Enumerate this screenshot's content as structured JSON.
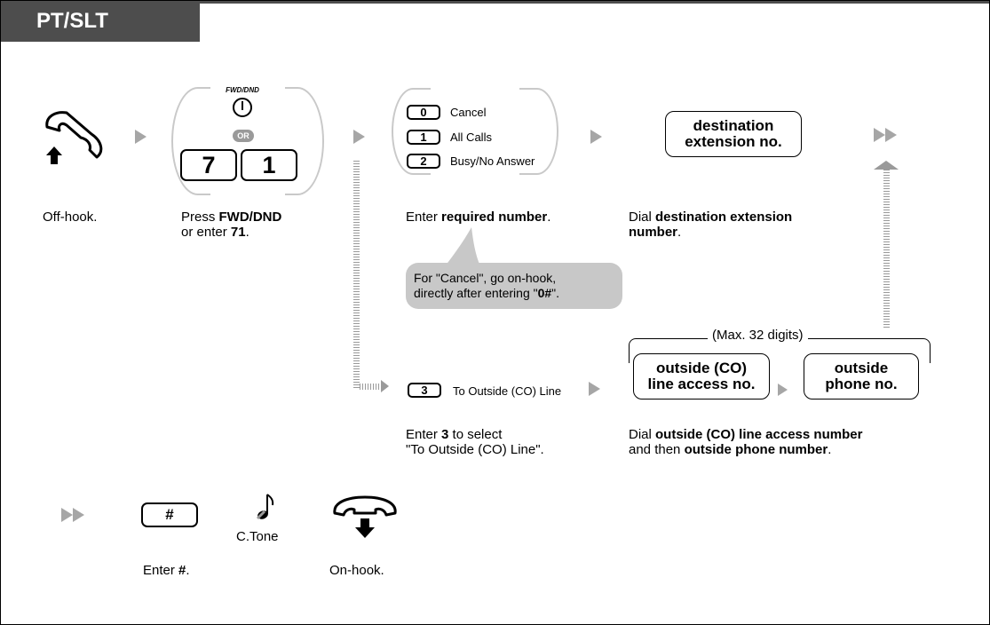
{
  "header": {
    "title": "PT/SLT"
  },
  "steps": {
    "off_hook": {
      "text": "Off-hook."
    },
    "press": {
      "pre": "Press ",
      "bold1": "FWD/DND",
      "line2_pre": "or enter ",
      "bold2": "71",
      "post": "."
    },
    "required": {
      "pre": "Enter ",
      "bold": "required number",
      "post": "."
    },
    "dial_dest": {
      "pre": "Dial ",
      "bold_line1": "destination extension",
      "bold_line2": "number",
      "post": "."
    },
    "select_outside": {
      "pre": "Enter ",
      "bold": "3",
      "post": " to select",
      "line2": "\"To Outside (CO) Line\"."
    },
    "dial_outside": {
      "pre": "Dial ",
      "bold1": "outside (CO) line access number",
      "line2_pre": "and then ",
      "bold2": "outside phone number",
      "post": "."
    },
    "enter_hash": {
      "pre": "Enter ",
      "bold": "#",
      "post": "."
    },
    "on_hook": {
      "text": "On-hook."
    }
  },
  "keys": {
    "fwd_dnd_label": "FWD/DND",
    "or_label": "OR",
    "digit_7": "7",
    "digit_1": "1",
    "hash": "#"
  },
  "options": [
    {
      "key": "0",
      "label": "Cancel"
    },
    {
      "key": "1",
      "label": "All Calls"
    },
    {
      "key": "2",
      "label": "Busy/No Answer"
    }
  ],
  "outside_option": {
    "key": "3",
    "label": "To Outside (CO) Line"
  },
  "boxes": {
    "destination": {
      "line1": "destination",
      "line2": "extension no."
    },
    "access": {
      "line1": "outside (CO)",
      "line2": "line access no."
    },
    "phone": {
      "line1": "outside",
      "line2": "phone no."
    }
  },
  "note": {
    "line1": "For \"Cancel\", go on-hook,",
    "line2_pre": "directly after entering \"",
    "line2_bold": "0#",
    "line2_post": "\"."
  },
  "max_digits": "(Max. 32 digits)",
  "confirmation_tone": "C.Tone",
  "colors": {
    "header_bg": "#4d4d4d",
    "arrow": "#a6a6a6",
    "bubble": "#c8c8c8",
    "ladder": "#9a9a9a"
  },
  "icons": [
    "handset-off-hook-icon",
    "fwd-dnd-button-icon",
    "or-badge-icon",
    "arrow-icon",
    "double-arrow-icon",
    "ladder-arrow-icon",
    "music-note-icon",
    "handset-on-hook-icon"
  ]
}
